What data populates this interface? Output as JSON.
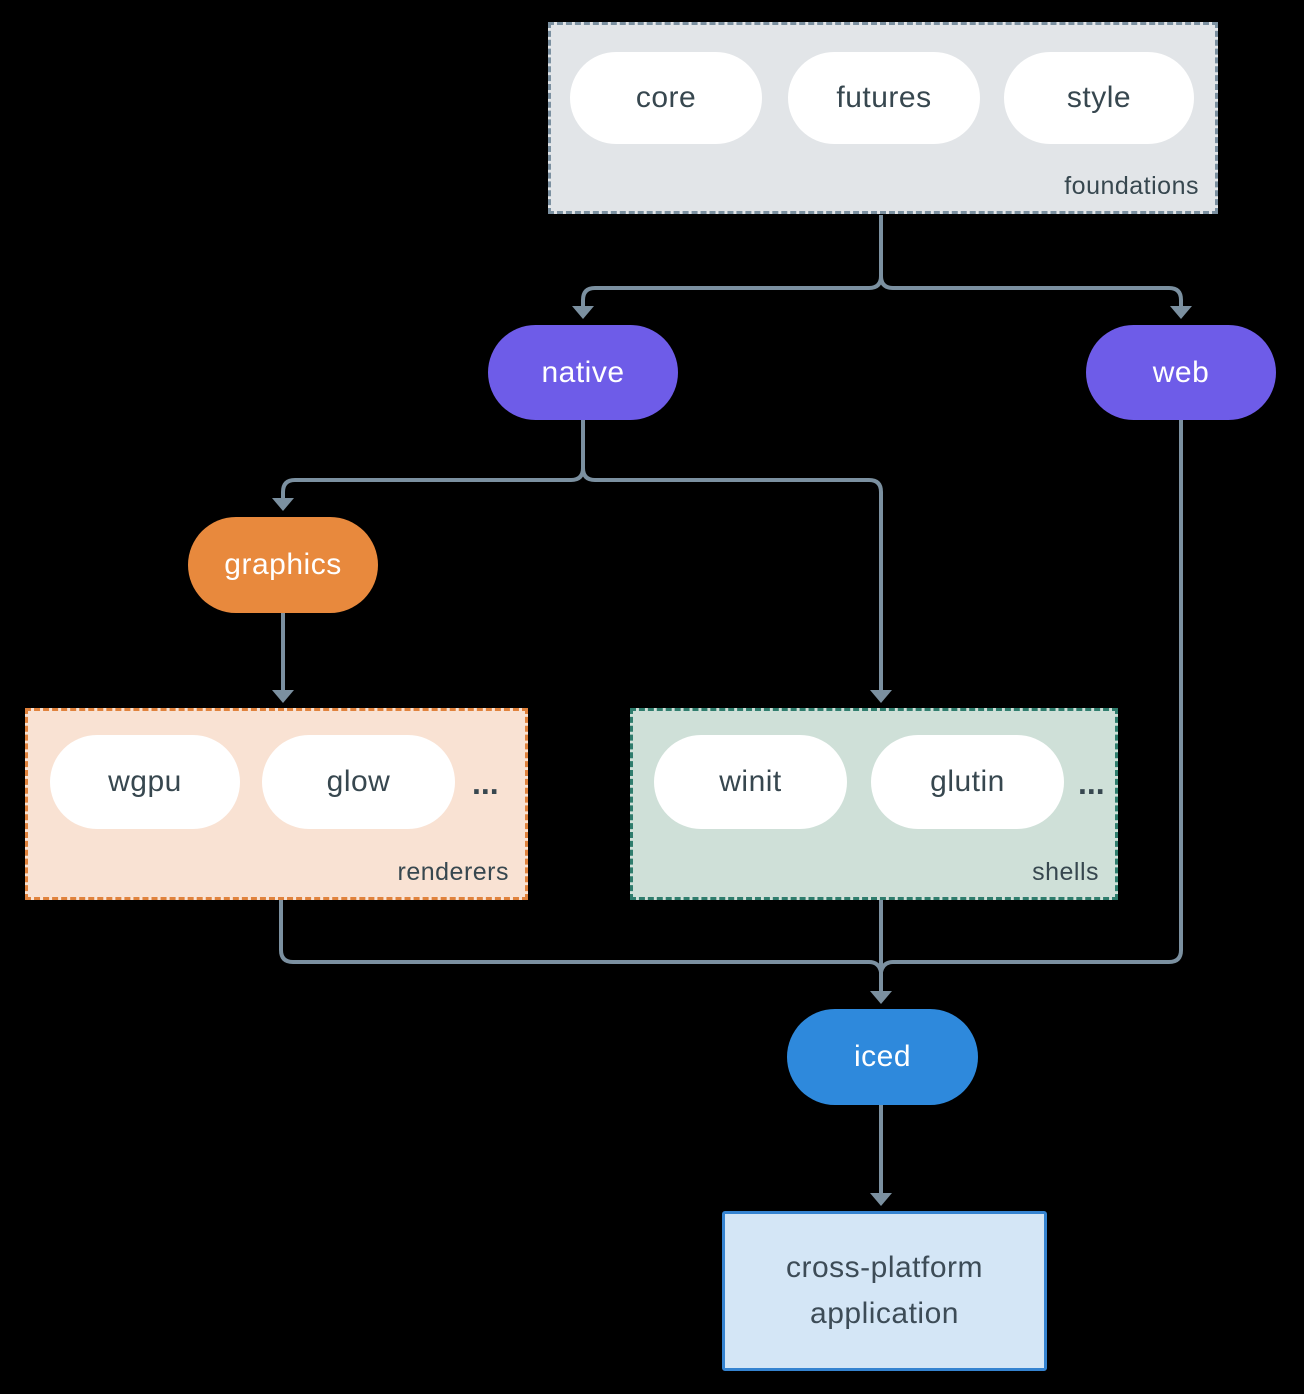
{
  "colors": {
    "background": "#000000",
    "connector": "#7b90a0",
    "node_purple": "#6e5ce8",
    "node_orange": "#e8893d",
    "node_blue": "#2e89dc",
    "foundations_bg": "#e2e5e8",
    "foundations_border": "#7b90a0",
    "renderers_bg": "#f9e2d3",
    "renderers_border": "#e0823c",
    "shells_bg": "#cfe0d8",
    "shells_border": "#2f7d6d",
    "application_bg": "#d4e6f6",
    "application_border": "#3583d0",
    "text_dark": "#37474f",
    "text_light": "#ffffff"
  },
  "groups": {
    "foundations": {
      "label": "foundations",
      "items": [
        "core",
        "futures",
        "style"
      ]
    },
    "renderers": {
      "label": "renderers",
      "items": [
        "wgpu",
        "glow"
      ],
      "more": "..."
    },
    "shells": {
      "label": "shells",
      "items": [
        "winit",
        "glutin"
      ],
      "more": "..."
    }
  },
  "nodes": {
    "native": "native",
    "web": "web",
    "graphics": "graphics",
    "iced": "iced"
  },
  "application": {
    "line1": "cross-platform",
    "line2": "application"
  }
}
